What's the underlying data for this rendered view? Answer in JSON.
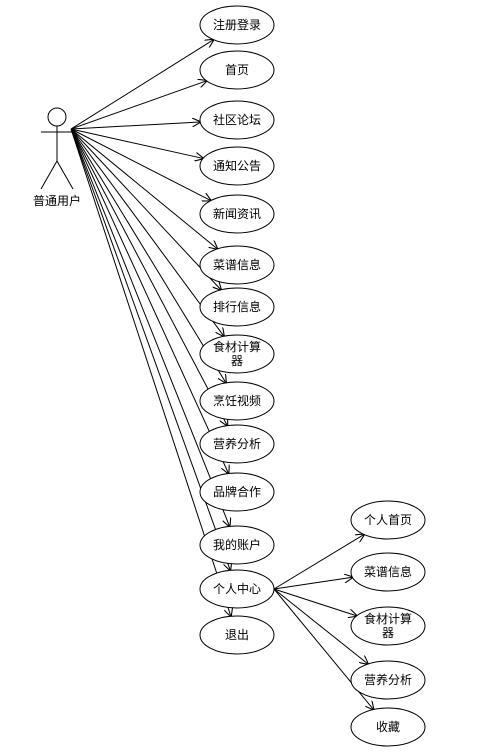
{
  "actor": {
    "label": "普通用户"
  },
  "use_cases": [
    {
      "id": "register-login",
      "label": "注册登录"
    },
    {
      "id": "home",
      "label": "首页"
    },
    {
      "id": "community-forum",
      "label": "社区论坛"
    },
    {
      "id": "announcements",
      "label": "通知公告"
    },
    {
      "id": "news",
      "label": "新闻资讯"
    },
    {
      "id": "recipe-info",
      "label": "菜谱信息"
    },
    {
      "id": "ranking-info",
      "label": "排行信息"
    },
    {
      "id": "ingredient-calculator",
      "label": "食材计算器",
      "lines": [
        "食材计算",
        "器"
      ]
    },
    {
      "id": "cooking-video",
      "label": "烹饪视频"
    },
    {
      "id": "nutrition-analysis",
      "label": "营养分析"
    },
    {
      "id": "brand-cooperation",
      "label": "品牌合作"
    },
    {
      "id": "my-account",
      "label": "我的账户"
    },
    {
      "id": "personal-center",
      "label": "个人中心"
    },
    {
      "id": "logout",
      "label": "退出"
    }
  ],
  "sub_use_cases": [
    {
      "id": "personal-home",
      "label": "个人首页"
    },
    {
      "id": "sub-recipe-info",
      "label": "菜谱信息"
    },
    {
      "id": "sub-ingredient-calculator",
      "label": "食材计算器",
      "lines": [
        "食材计算",
        "器"
      ]
    },
    {
      "id": "sub-nutrition-analysis",
      "label": "营养分析"
    },
    {
      "id": "favorites",
      "label": "收藏"
    }
  ]
}
